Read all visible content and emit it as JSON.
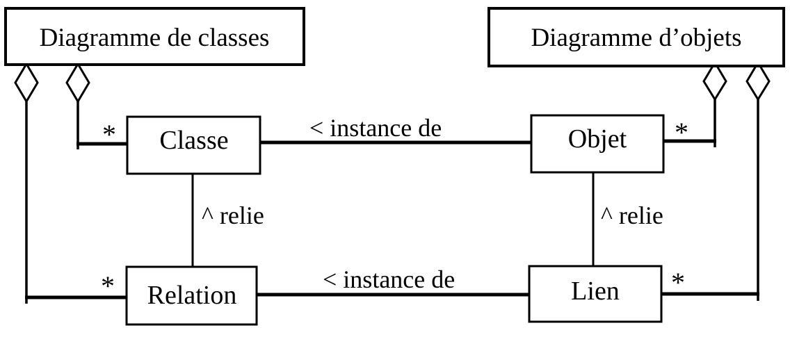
{
  "diagram": {
    "background": "#ffffff",
    "line_color": "#000000",
    "nodes": {
      "class_diagram": {
        "label": "Diagramme de classes"
      },
      "object_diagram": {
        "label": "Diagramme d’objets"
      },
      "classe": {
        "label": "Classe"
      },
      "objet": {
        "label": "Objet"
      },
      "relation": {
        "label": "Relation"
      },
      "lien": {
        "label": "Lien"
      }
    },
    "edges": {
      "classe_objet": {
        "label": "< instance de"
      },
      "relation_lien": {
        "label": "< instance de"
      },
      "classe_relation": {
        "label": "^ relie"
      },
      "objet_lien": {
        "label": "^ relie"
      },
      "agg_classdiagram_classe": {
        "multiplicity": "*"
      },
      "agg_classdiagram_relation": {
        "multiplicity": "*"
      },
      "agg_objectdiagram_objet": {
        "multiplicity": "*"
      },
      "agg_objectdiagram_lien": {
        "multiplicity": "*"
      }
    }
  }
}
